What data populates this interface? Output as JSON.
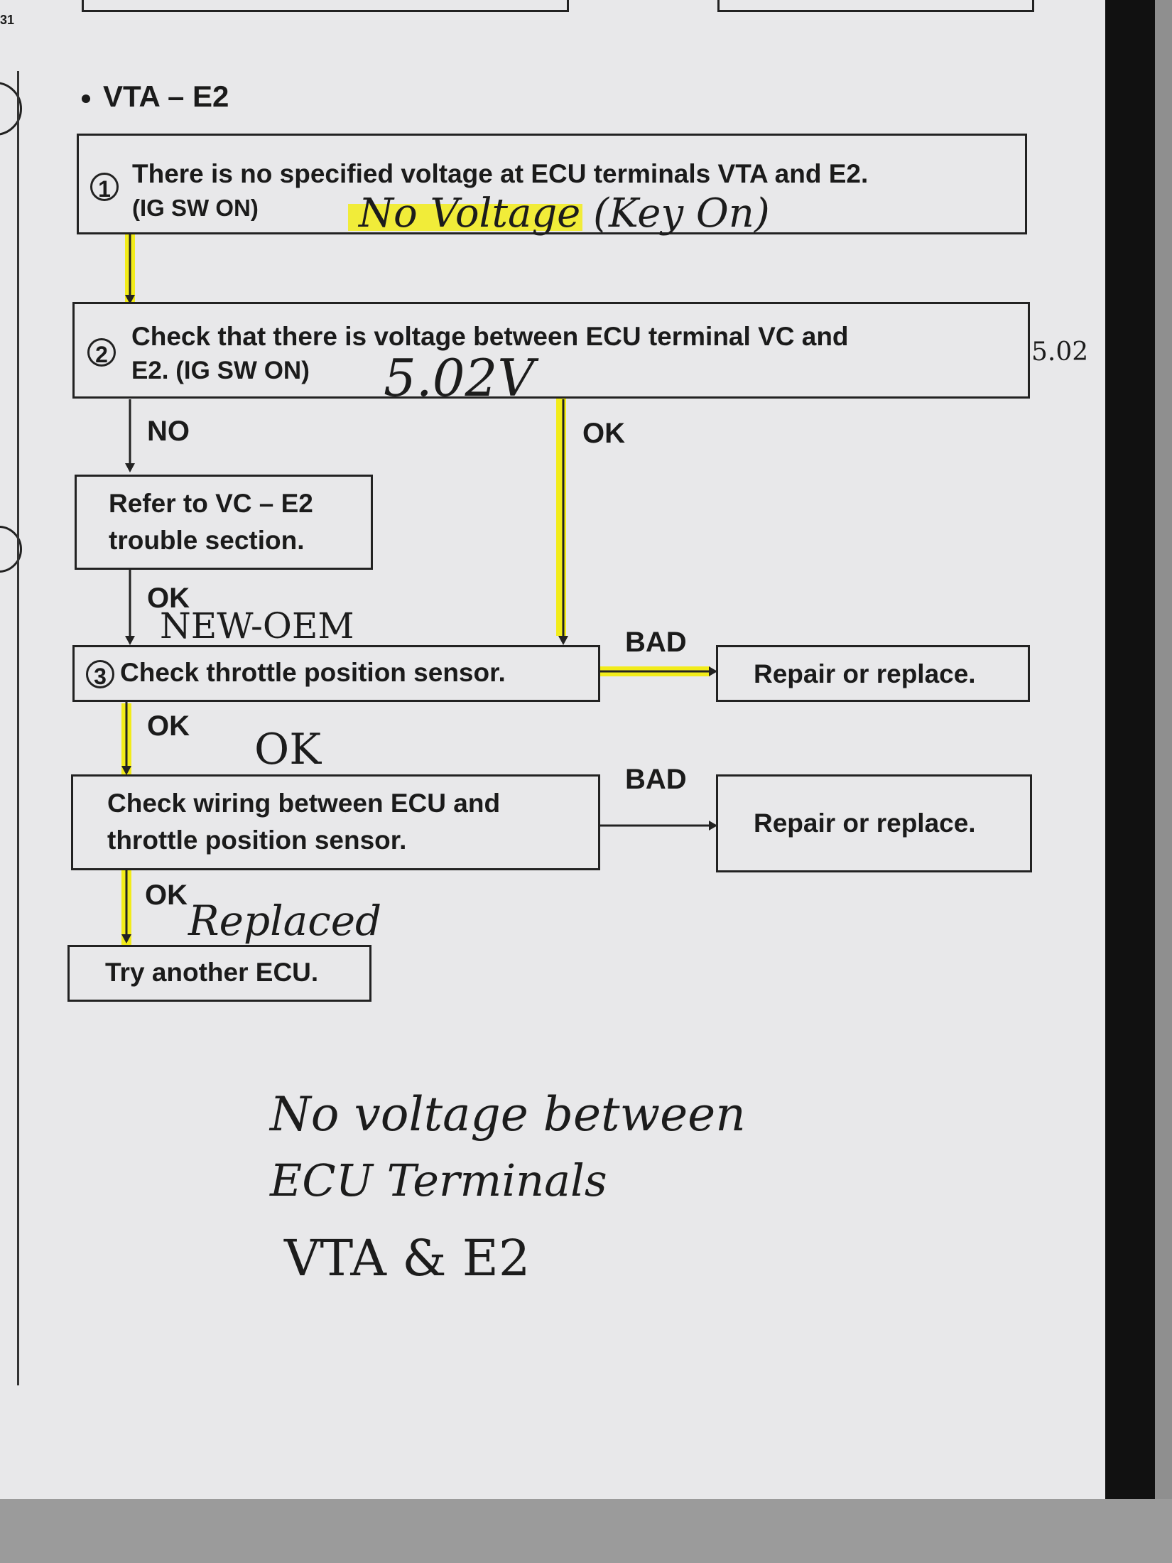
{
  "heading": "VTA – E2",
  "top_margin_number": "31",
  "steps": {
    "step1": {
      "number": "1",
      "line1": "There is no specified voltage at ECU terminals VTA and E2.",
      "line2": "(IG SW ON)"
    },
    "step2": {
      "number": "2",
      "line1": "Check that there is voltage between ECU terminal VC and",
      "line2": "E2. (IG SW ON)"
    },
    "refer": {
      "line1": "Refer to VC – E2",
      "line2": "trouble section."
    },
    "step3": {
      "number": "3",
      "text": "Check throttle position sensor."
    },
    "repair1": "Repair or replace.",
    "wiring": {
      "line1": "Check wiring between ECU and",
      "line2": "throttle position sensor."
    },
    "repair2": "Repair or replace.",
    "try_ecu": "Try another ECU."
  },
  "branch_labels": {
    "no": "NO",
    "ok_right": "OK",
    "ok_refer": "OK",
    "bad1": "BAD",
    "ok_step3": "OK",
    "bad2": "BAD",
    "ok_wiring": "OK"
  },
  "handwriting": {
    "no_voltage": "No Voltage (Key On)",
    "reading": "5.02V",
    "margin_reading": "5.02",
    "new_oem": "NEW-OEM",
    "ok_note": "OK",
    "replaced": "Replaced",
    "note_line1": "No voltage between",
    "note_line2": "ECU Terminals",
    "note_line3": "VTA & E2"
  },
  "colors": {
    "highlight": "#f2ec1a",
    "ink": "#1b1b1b",
    "paper": "#e8e8ea"
  }
}
